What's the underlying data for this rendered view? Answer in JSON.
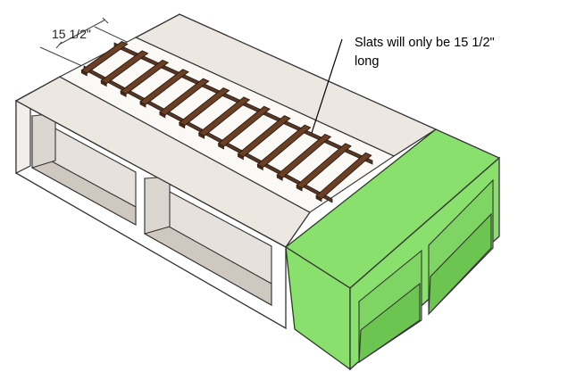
{
  "dimension": {
    "label": "15 1/2\""
  },
  "callout": {
    "line1": "Slats will only be 15 1/2\"",
    "line2": "long"
  },
  "colors": {
    "panel_face": "#ffffff",
    "top_surface": "#ede7e1",
    "slat_wood": "#6b3f24",
    "green_box": "#8ae06c",
    "outline": "#333333"
  },
  "slats": {
    "count": 13
  }
}
